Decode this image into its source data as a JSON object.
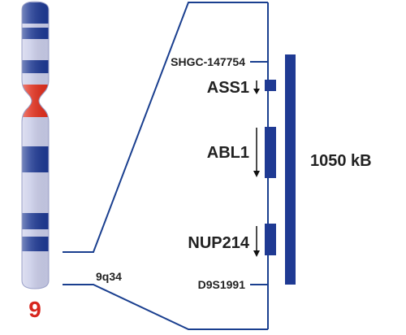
{
  "chromosome": {
    "number": "9",
    "band_label": "9q34"
  },
  "markers": {
    "top": "SHGC-147754",
    "bottom": "D9S1991"
  },
  "genes": [
    {
      "name": "ASS1",
      "strand": "reverse"
    },
    {
      "name": "ABL1",
      "strand": "reverse"
    },
    {
      "name": "NUP214",
      "strand": "reverse"
    }
  ],
  "region": {
    "size_label": "1050 kB"
  },
  "colors": {
    "chromosome_dark": "#1f3a93",
    "chromosome_light": "#c9cce8",
    "centromere": "#e0301e",
    "line": "#1a3f8f",
    "gene_block": "#1f3a93",
    "chromosome_number": "#d7261e",
    "text": "#222222"
  }
}
